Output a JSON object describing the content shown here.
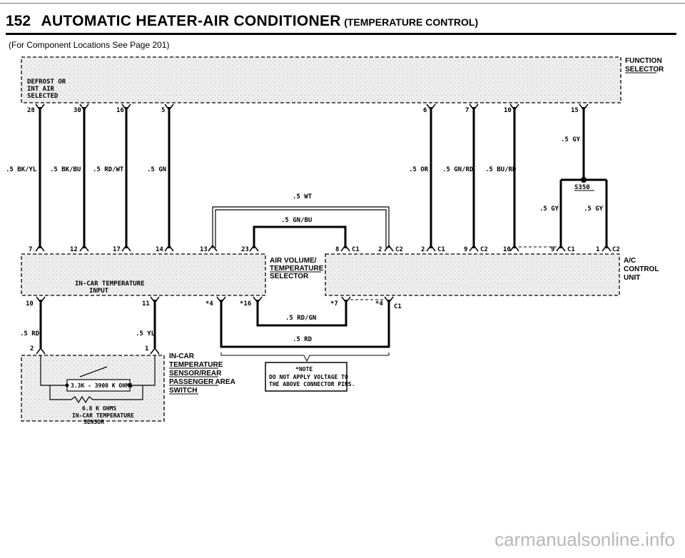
{
  "header": {
    "page_number": "152",
    "title": "AUTOMATIC HEATER-AIR CONDITIONER",
    "subtitle": "(TEMPERATURE CONTROL)",
    "component_note": "(For Component Locations See Page 201)"
  },
  "function_selector": {
    "label_line1": "FUNCTION",
    "label_line2": "SELECTOR",
    "inner_line1": "DEFROST OR",
    "inner_line2": "INT AIR",
    "inner_line3": "SELECTED",
    "pins": [
      "28",
      "30",
      "16",
      "5",
      "6",
      "7",
      "10",
      "15"
    ]
  },
  "wires": {
    "w1": ".5 BK/YL",
    "w2": ".5 BK/BU",
    "w3": ".5 RD/WT",
    "w4": ".5 GN",
    "w5": ".5 OR",
    "w6": ".5 GN/RD",
    "w7": ".5 BU/RD",
    "w8": ".5 GY",
    "w9": ".5 GY",
    "w10": ".5 GY",
    "wt": ".5 WT",
    "gnbu": ".5 GN/BU",
    "rdgn": ".5 RD/GN",
    "rd": ".5 RD",
    "rd2": ".5 RD",
    "yl": ".5 YL"
  },
  "splice": "S350",
  "incar_input": {
    "line1": "IN-CAR TEMPERATURE",
    "line2": "INPUT",
    "pins": [
      "7",
      "12",
      "17",
      "14",
      "13",
      "23",
      "10",
      "11",
      "*4",
      "*16"
    ]
  },
  "air_volume": {
    "line1": "AIR VOLUME/",
    "line2": "TEMPERATURE",
    "line3": "SELECTOR"
  },
  "ac_control": {
    "line1": "A/C",
    "line2": "CONTROL",
    "line3": "UNIT",
    "pins": [
      "8",
      "2",
      "2",
      "9",
      "10",
      "9",
      "1",
      "*7",
      "*4"
    ],
    "connectors": [
      "C1",
      "C2",
      "C1",
      "C2",
      "C1",
      "C2",
      "C1"
    ]
  },
  "sensor": {
    "label_line1": "IN-CAR",
    "label_line2": "TEMPERATURE",
    "label_line3": "SENSOR/REAR",
    "label_line4": "PASSENGER AREA",
    "label_line5": "SWITCH",
    "resistor1": "3.3K - 3900 K OHMS",
    "resistor2": "6.8 K OHMS",
    "name_line1": "IN-CAR TEMPERATURE",
    "name_line2": "SENSOR",
    "pins": [
      "2",
      "1"
    ]
  },
  "note_box": {
    "title": "*NOTE",
    "line1": "DO NOT APPLY VOLTAGE TO",
    "line2": "THE ABOVE CONNECTOR PINS."
  },
  "watermark": "carmanualsonline.info"
}
